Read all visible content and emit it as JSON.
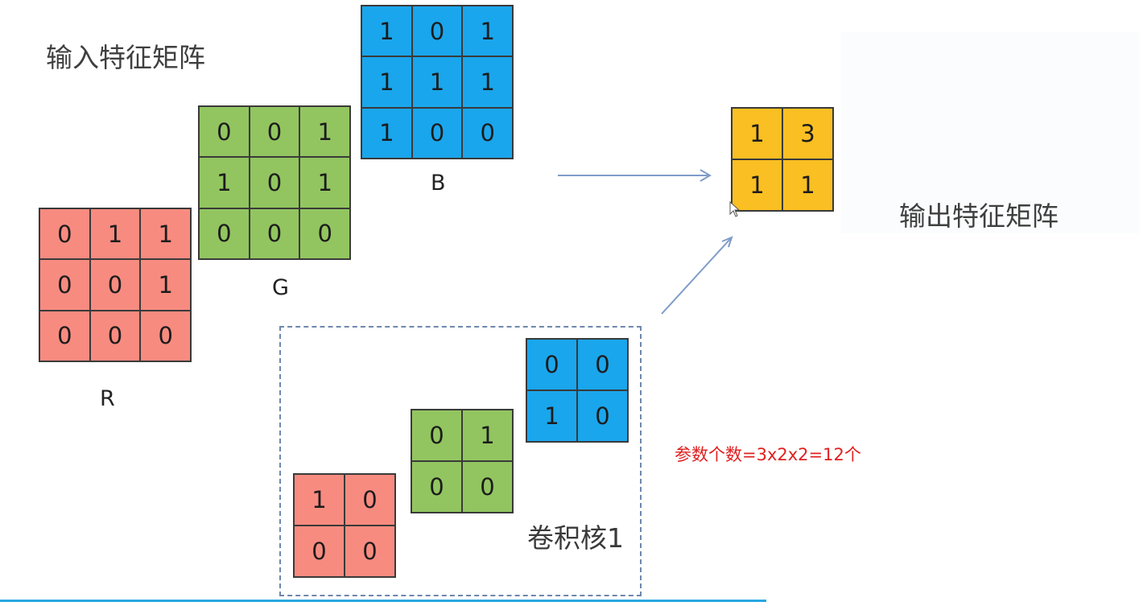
{
  "input_title": "输入特征矩阵",
  "output_title": "输出特征矩阵",
  "kernel_title": "卷积核1",
  "param_note": "参数个数=3x2x2=12个",
  "input": {
    "R": {
      "label": "R",
      "values": [
        [
          "0",
          "1",
          "1"
        ],
        [
          "0",
          "0",
          "1"
        ],
        [
          "0",
          "0",
          "0"
        ]
      ]
    },
    "G": {
      "label": "G",
      "values": [
        [
          "0",
          "0",
          "1"
        ],
        [
          "1",
          "0",
          "1"
        ],
        [
          "0",
          "0",
          "0"
        ]
      ]
    },
    "B": {
      "label": "B",
      "values": [
        [
          "1",
          "0",
          "1"
        ],
        [
          "1",
          "1",
          "1"
        ],
        [
          "1",
          "0",
          "0"
        ]
      ]
    }
  },
  "kernel": {
    "R": [
      [
        "1",
        "0"
      ],
      [
        "0",
        "0"
      ]
    ],
    "G": [
      [
        "0",
        "1"
      ],
      [
        "0",
        "0"
      ]
    ],
    "B": [
      [
        "0",
        "0"
      ],
      [
        "1",
        "0"
      ]
    ]
  },
  "output": [
    [
      "1",
      "3"
    ],
    [
      "1",
      "1"
    ]
  ],
  "colors": {
    "red": "#f88b80",
    "green": "#92c560",
    "blue": "#1aa6ec",
    "yellow": "#fabf22",
    "arrow": "#7f9cc8",
    "note": "#e02020"
  }
}
